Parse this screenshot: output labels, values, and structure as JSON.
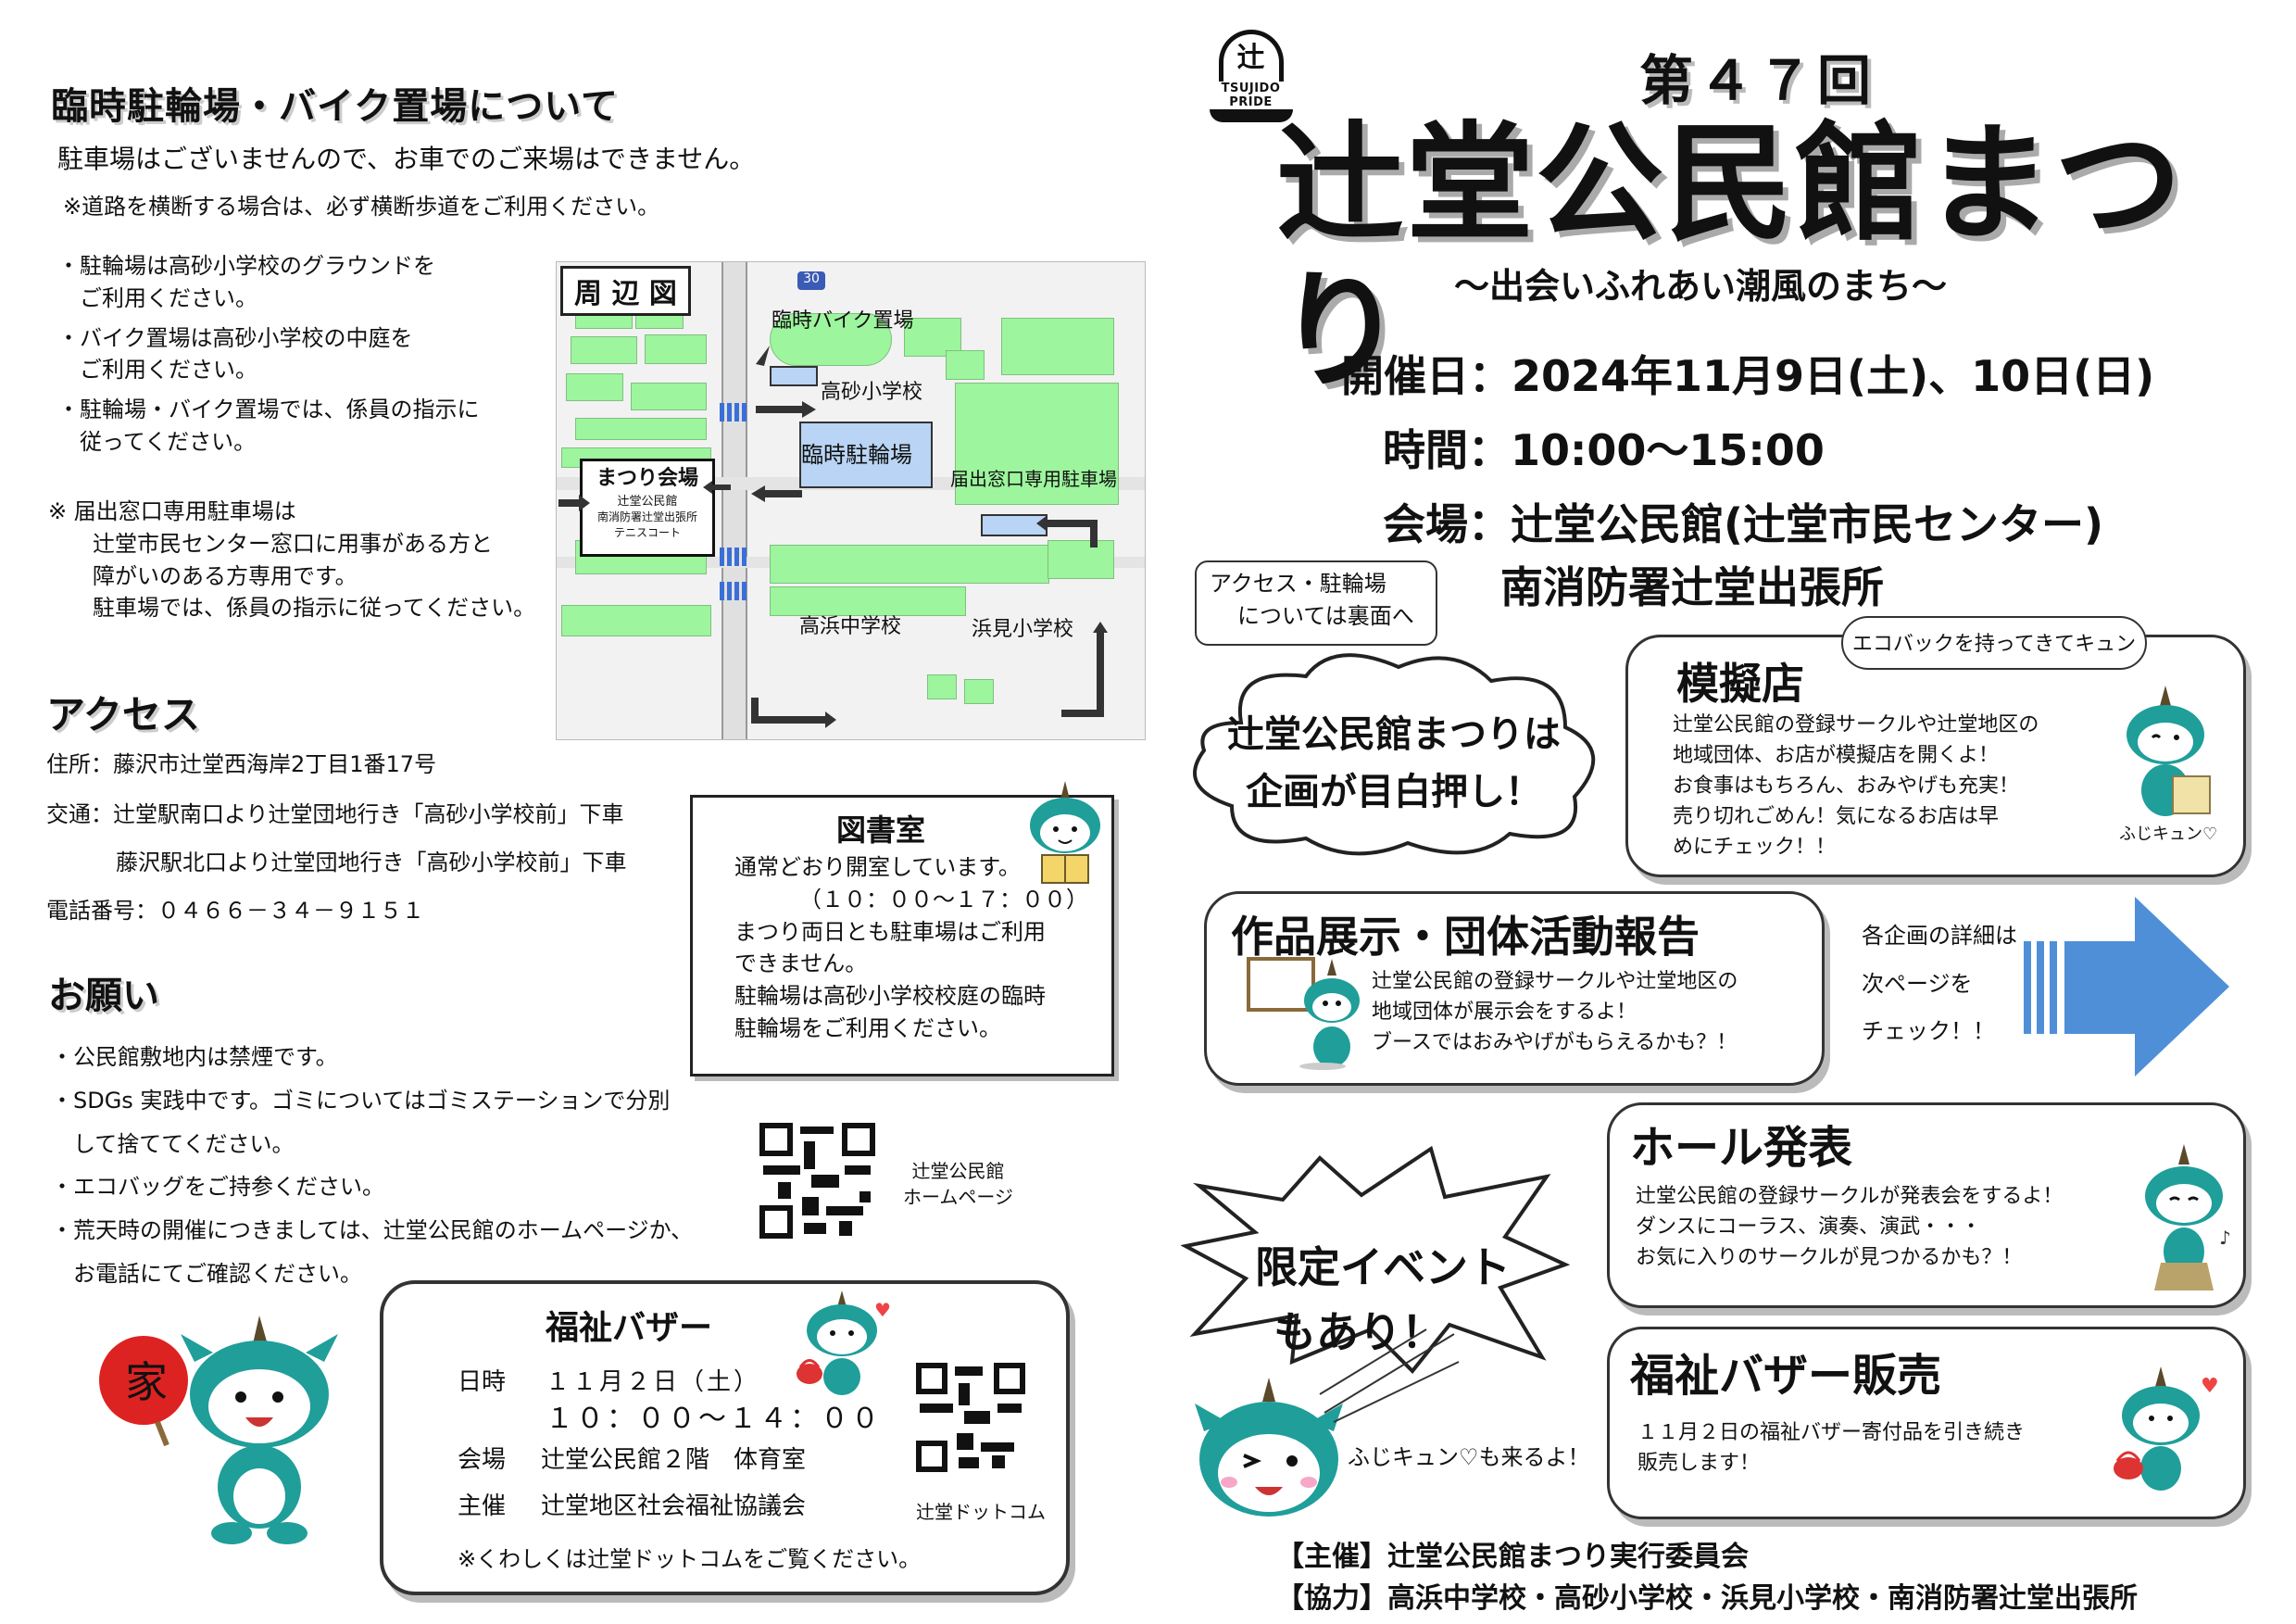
{
  "left": {
    "parking_title": "臨時駐輪場・バイク置場について",
    "parking_line1": "駐車場はございませんので、お車でのご来場はできません。",
    "parking_line2": "※道路を横断する場合は、必ず横断歩道をご利用ください。",
    "bullets": [
      "・駐輪場は高砂小学校のグラウンドを",
      "　ご利用ください。",
      "・バイク置場は高砂小学校の中庭を",
      "　ご利用ください。",
      "・駐輪場・バイク置場では、係員の指示に",
      "　従ってください。"
    ],
    "note_lines": [
      "※ 届出窓口専用駐車場は",
      "　　辻堂市民センター窓口に用事がある方と",
      "　　障がいのある方専用です。",
      "　　駐車場では、係員の指示に従ってください。"
    ],
    "map": {
      "title": "周 辺 図",
      "bike": "臨時バイク置場",
      "takasago": "高砂小学校",
      "bicycle": "臨時駐輪場",
      "window_parking": "届出窓口専用駐車場",
      "venue": "まつり会場",
      "venue_sub1": "辻堂公民館",
      "venue_sub2": "南消防署辻堂出張所",
      "venue_sub3": "テニスコート",
      "takahama": "高浜中学校",
      "hamami": "浜見小学校",
      "route_num": "30"
    },
    "access_title": "アクセス",
    "address": "住所：藤沢市辻堂西海岸2丁目1番17号",
    "transport1": "交通：辻堂駅南口より辻堂団地行き「高砂小学校前」下車",
    "transport2": "藤沢駅北口より辻堂団地行き「高砂小学校前」下車",
    "phone": "電話番号：０４６６－３４－９１５１",
    "library": {
      "title": "図書室",
      "lines": [
        "通常どおり開室しています。",
        "（１０：００～１７：００）",
        "まつり両日とも駐車場はご利用",
        "できません。",
        "駐輪場は高砂小学校校庭の臨時",
        "駐輪場をご利用ください。"
      ]
    },
    "request_title": "お願い",
    "requests": [
      "・公民館敷地内は禁煙です。",
      "・SDGs 実践中です。ゴミについてはゴミステーションで分別",
      "　して捨ててください。",
      "・エコバッグをご持参ください。",
      "・荒天時の開催につきましては、辻堂公民館のホームページか、",
      "　お電話にてご確認ください。"
    ],
    "qr1_caption1": "辻堂公民館",
    "qr1_caption2": "ホームページ",
    "bazaar": {
      "title": "福祉バザー",
      "date_label": "日時",
      "date_value": "１１月２日（土）",
      "time_value": "１０：００～１４：００",
      "venue_label": "会場",
      "venue_value": "辻堂公民館２階　体育室",
      "host_label": "主催",
      "host_value": "辻堂地区社会福祉協議会",
      "note": "※くわしくは辻堂ドットコムをご覧ください。"
    },
    "qr2_caption": "辻堂ドットコム"
  },
  "right": {
    "logo_text": "TSUJIDO PRIDE",
    "logo_kanji": "辻",
    "edition": "第４７回",
    "title": "辻堂公民館まつり",
    "subtitle": "～出会いふれあい潮風のまち～",
    "date_line": "開催日：2024年11月9日(土)、10日(日)",
    "time_line": "時間：10:00～15:00",
    "venue_line": "会場：辻堂公民館(辻堂市民センター)",
    "venue_line2": "南消防署辻堂出張所",
    "access_note1": "アクセス・駐輪場",
    "access_note2": "については裏面へ",
    "cloud1": "辻堂公民館まつりは",
    "cloud2": "企画が目白押し！",
    "mogi": {
      "title": "模擬店",
      "bubble": "エコバックを持ってきてキュン",
      "lines": [
        "辻堂公民館の登録サークルや辻堂地区の",
        "地域団体、お店が模擬店を開くよ！",
        "お食事はもちろん、おみやげも充実！",
        "売り切れごめん！気になるお店は早",
        "めにチェック！！"
      ],
      "char_name": "ふじキュン♡"
    },
    "exhibit": {
      "title": "作品展示・団体活動報告",
      "lines": [
        "辻堂公民館の登録サークルや辻堂地区の",
        "地域団体が展示会をするよ！",
        "ブースではおみやげがもらえるかも？！"
      ]
    },
    "detail1": "各企画の詳細は",
    "detail2": "次ページを",
    "detail3": "チェック！！",
    "hall": {
      "title": "ホール発表",
      "lines": [
        "辻堂公民館の登録サークルが発表会をするよ！",
        "ダンスにコーラス、演奏、演武・・・",
        "お気に入りのサークルが見つかるかも？！"
      ]
    },
    "limited1": "限定イベント",
    "limited2": "もあり！",
    "fujikyun_come": "ふじキュン♡も来るよ！",
    "bazaar_sale": {
      "title": "福祉バザー販売",
      "lines": [
        "１１月２日の福祉バザー寄付品を引き続き",
        "販売します！"
      ]
    },
    "organizer": "【主催】辻堂公民館まつり実行委員会",
    "cooperation": "【協力】高浜中学校・高砂小学校・浜見小学校・南消防署辻堂出張所"
  },
  "colors": {
    "char_teal": "#1f9e9a",
    "map_green": "#9df59d",
    "arrow_blue": "#4f8fd8",
    "map_blue": "#b9d4f4"
  }
}
